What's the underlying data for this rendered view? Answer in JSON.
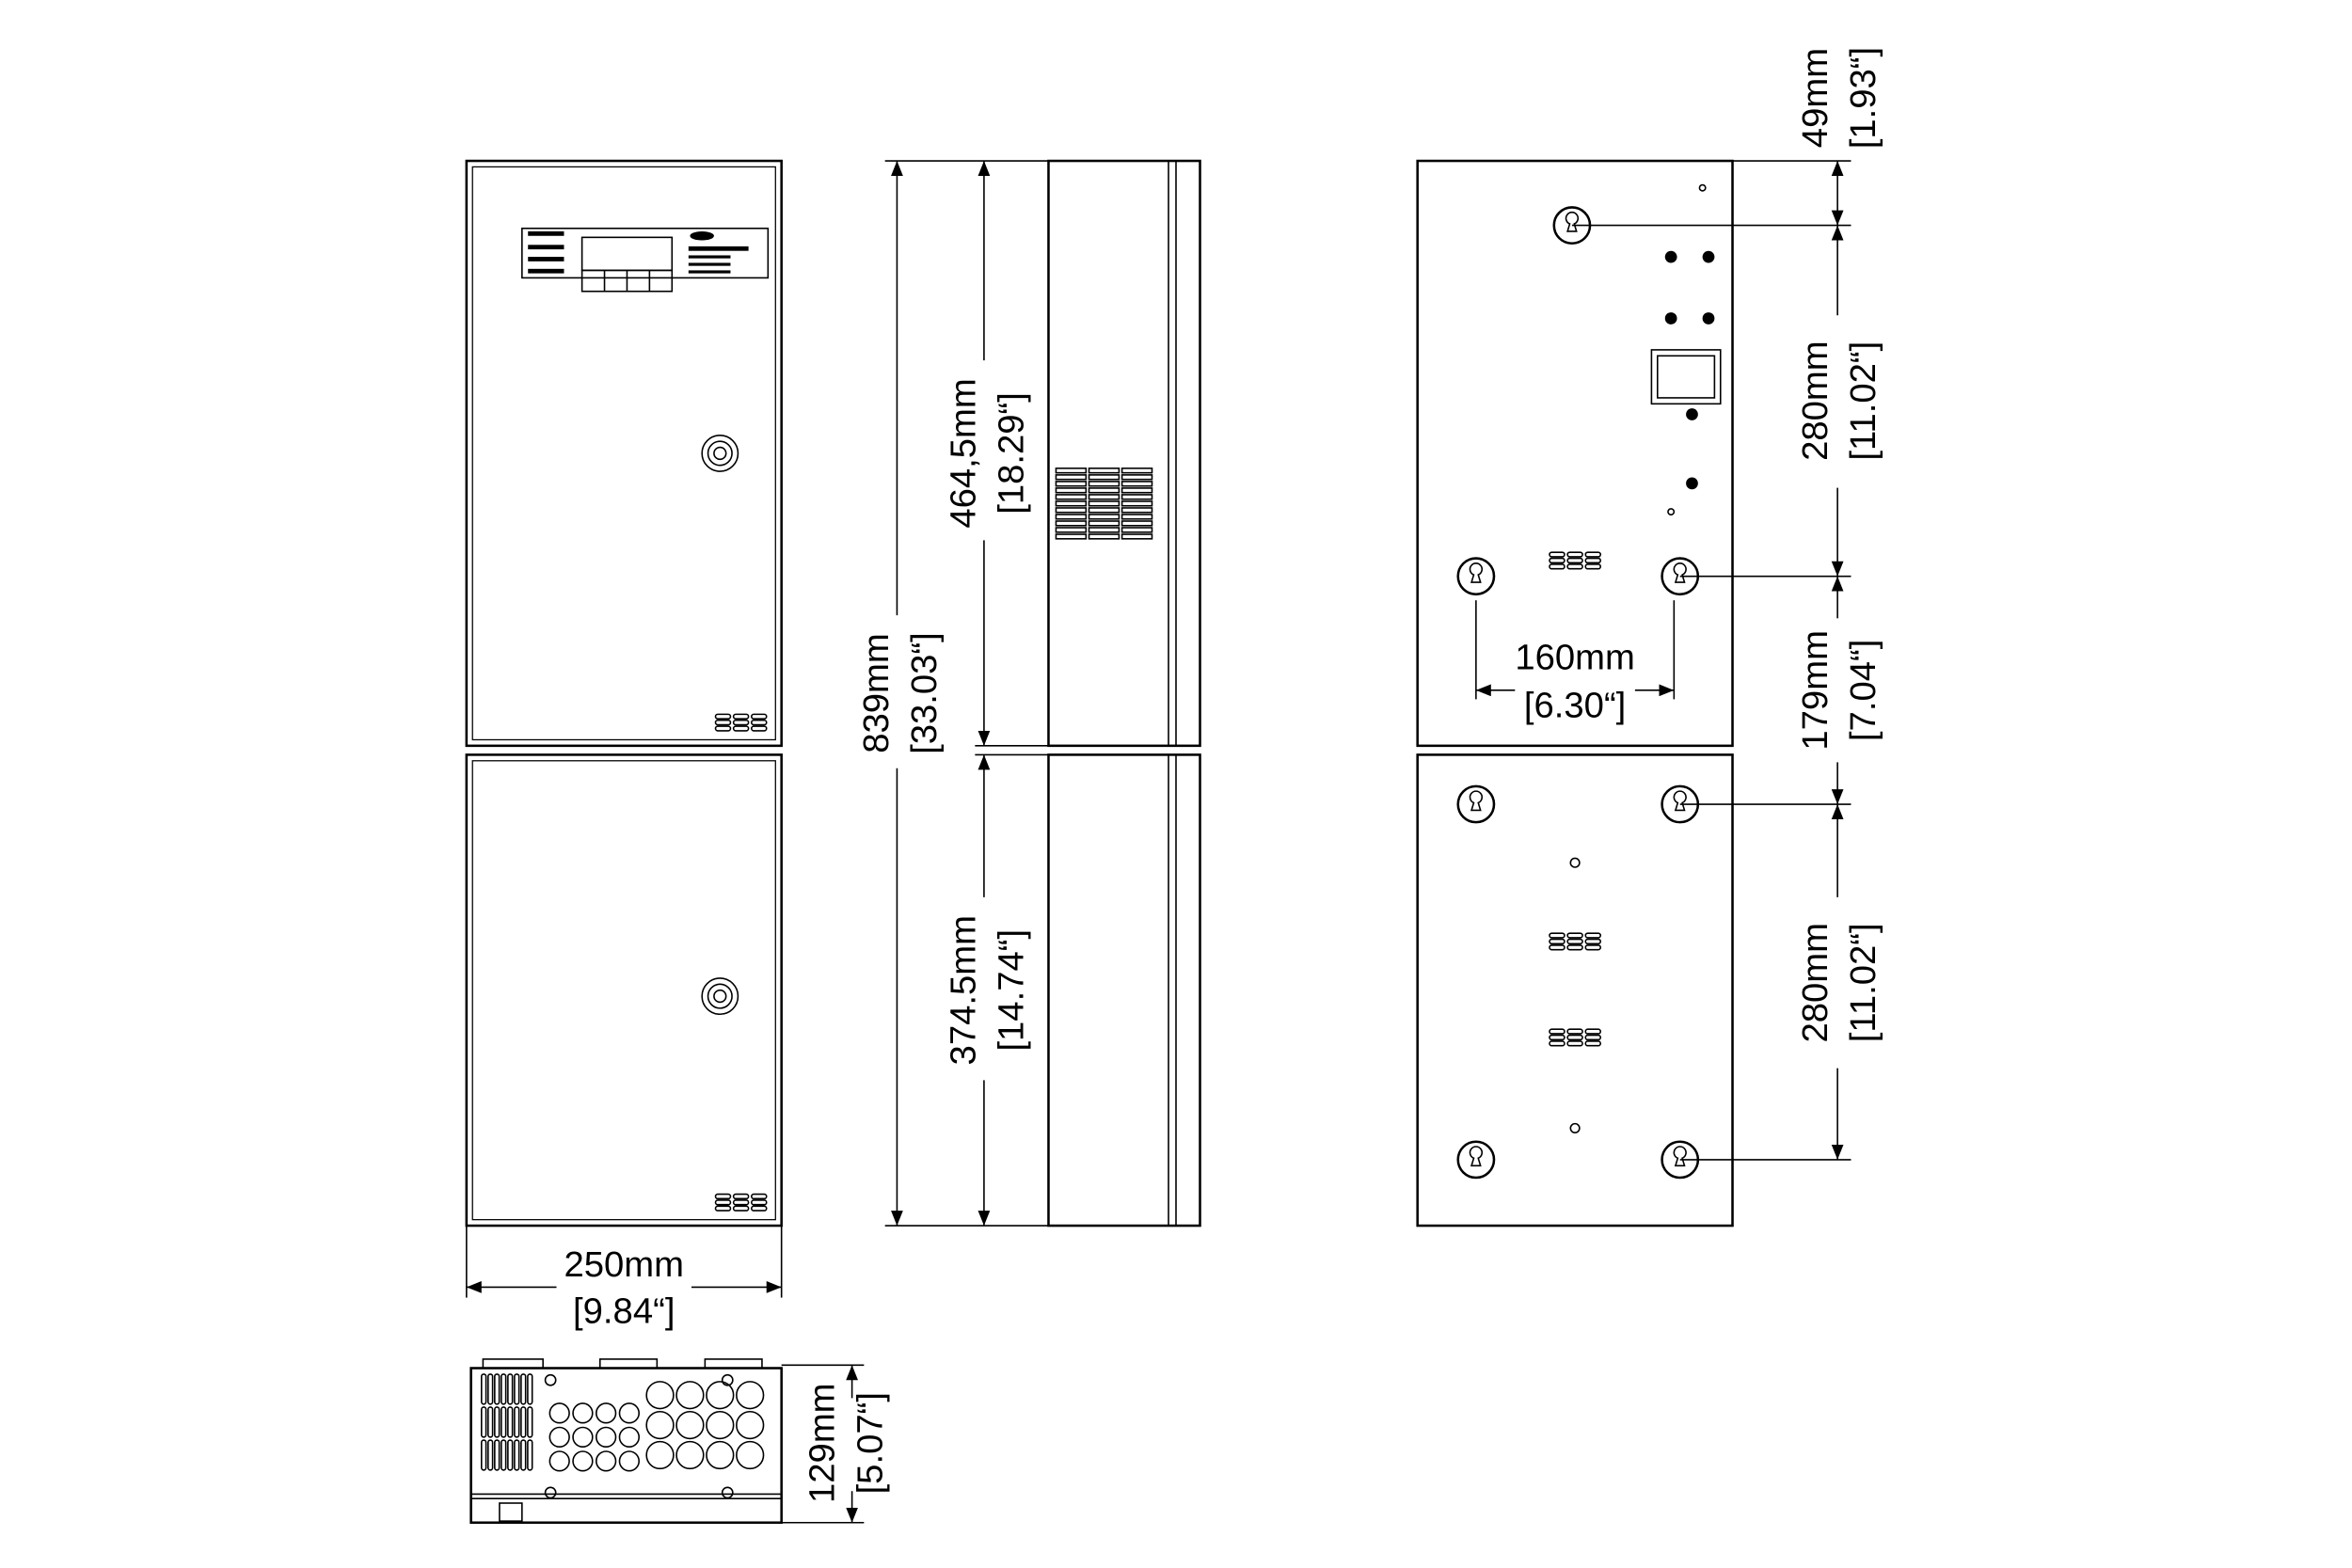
{
  "dimensions": {
    "width": {
      "mm": "250mm",
      "in": "[9.84“]"
    },
    "total_height": {
      "mm": "839mm",
      "in": "[33.03“]"
    },
    "upper_height": {
      "mm": "464,5mm",
      "in": "[18.29“]"
    },
    "lower_height": {
      "mm": "374.5mm",
      "in": "[14.74“]"
    },
    "depth": {
      "mm": "129mm",
      "in": "[5.07“]"
    },
    "top_offset": {
      "mm": "49mm",
      "in": "[1.93“]"
    },
    "upper_mount_spacing": {
      "mm": "280mm",
      "in": "[11.02“]"
    },
    "between_mounts": {
      "mm": "179mm",
      "in": "[7.04“]"
    },
    "lower_mount_spacing": {
      "mm": "280mm",
      "in": "[11.02“]"
    },
    "mount_width": {
      "mm": "160mm",
      "in": "[6.30“]"
    }
  }
}
